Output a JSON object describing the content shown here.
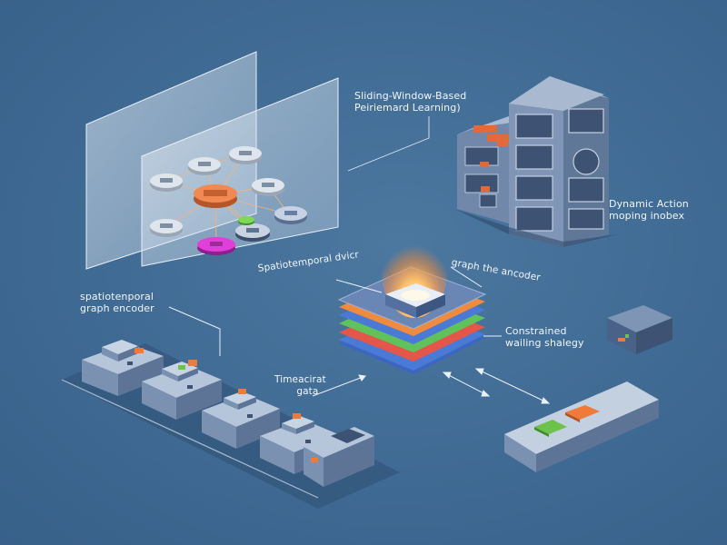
{
  "labels": {
    "sliding_title_line1": "Sliding-Window-Based",
    "sliding_title_line2": "Peiriemard Learning)",
    "dynamic_action_line1": "Dynamic Action",
    "dynamic_action_line2": "moping inobex",
    "spatiotemporal_driver": "Spatiotemporal dvicr",
    "graph_encoder_top": "graph the ancoder",
    "spatiotemporal_graph_line1": "spatiotenporal",
    "spatiotemporal_graph_line2": "graph encoder",
    "timestamp_data_line1": "Timeacirat",
    "timestamp_data_line2": "gata",
    "constrained_line1": "Constrained",
    "constrained_line2": "wailing shalegy"
  },
  "colors": {
    "background": "#3f6a93",
    "panel": "#dfe8f2",
    "box_face": "#8fa6c2",
    "box_top": "#b5c6da",
    "accent_orange": "#f07a3a",
    "accent_green": "#6cc24a",
    "accent_magenta": "#d63ad0",
    "layer_blue": "#4a7ad6",
    "layer_red": "#e4564a",
    "layer_green": "#5fc25a",
    "layer_orange": "#f08a3c",
    "glow": "#ffb35c"
  }
}
